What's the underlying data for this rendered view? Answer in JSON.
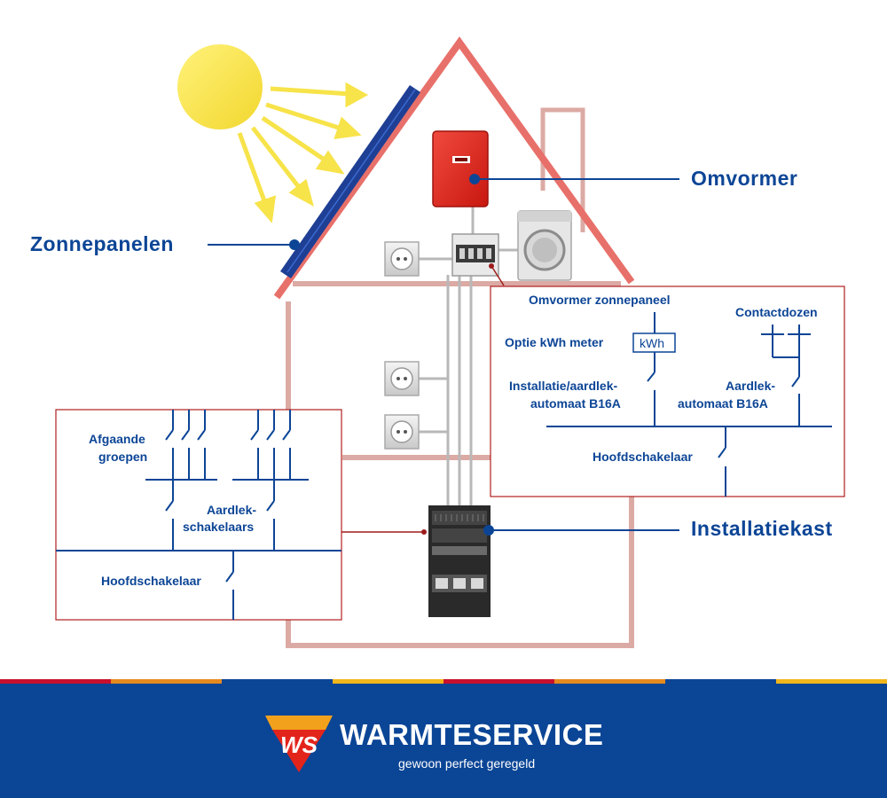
{
  "callouts": {
    "zonnepanelen": "Zonnepanelen",
    "omvormer": "Omvormer",
    "installatiekast": "Installatiekast"
  },
  "right_diagram": {
    "omvormer_zonnepaneel": "Omvormer zonnepaneel",
    "optie_kwh_meter": "Optie kWh meter",
    "kwh_box": "kWh",
    "contactdozen": "Contactdozen",
    "installatie_line1": "Installatie/aardlek-",
    "installatie_line2": "automaat B16A",
    "aardlek_line1": "Aardlek-",
    "aardlek_line2": "automaat B16A",
    "hoofdschakelaar": "Hoofdschakelaar"
  },
  "left_diagram": {
    "afgaande_line1": "Afgaande",
    "afgaande_line2": "groepen",
    "aardlek_line1": "Aardlek-",
    "aardlek_line2": "schakelaars",
    "hoofdschakelaar": "Hoofdschakelaar"
  },
  "footer": {
    "brand": "WARMTESERVICE",
    "tagline": "gewoon perfect geregeld",
    "logo_text": "WS",
    "stripe_colors": [
      "#c8102e",
      "#e58a1f",
      "#0b4596",
      "#f2b61c"
    ]
  },
  "colors": {
    "accent_blue": "#0c4596",
    "roof_red": "#e8706a",
    "house_outline": "#dcaaa4",
    "sun": "#f7e34a",
    "inverter_red": "#e3241b",
    "panel_blue": "#1e3f94"
  }
}
